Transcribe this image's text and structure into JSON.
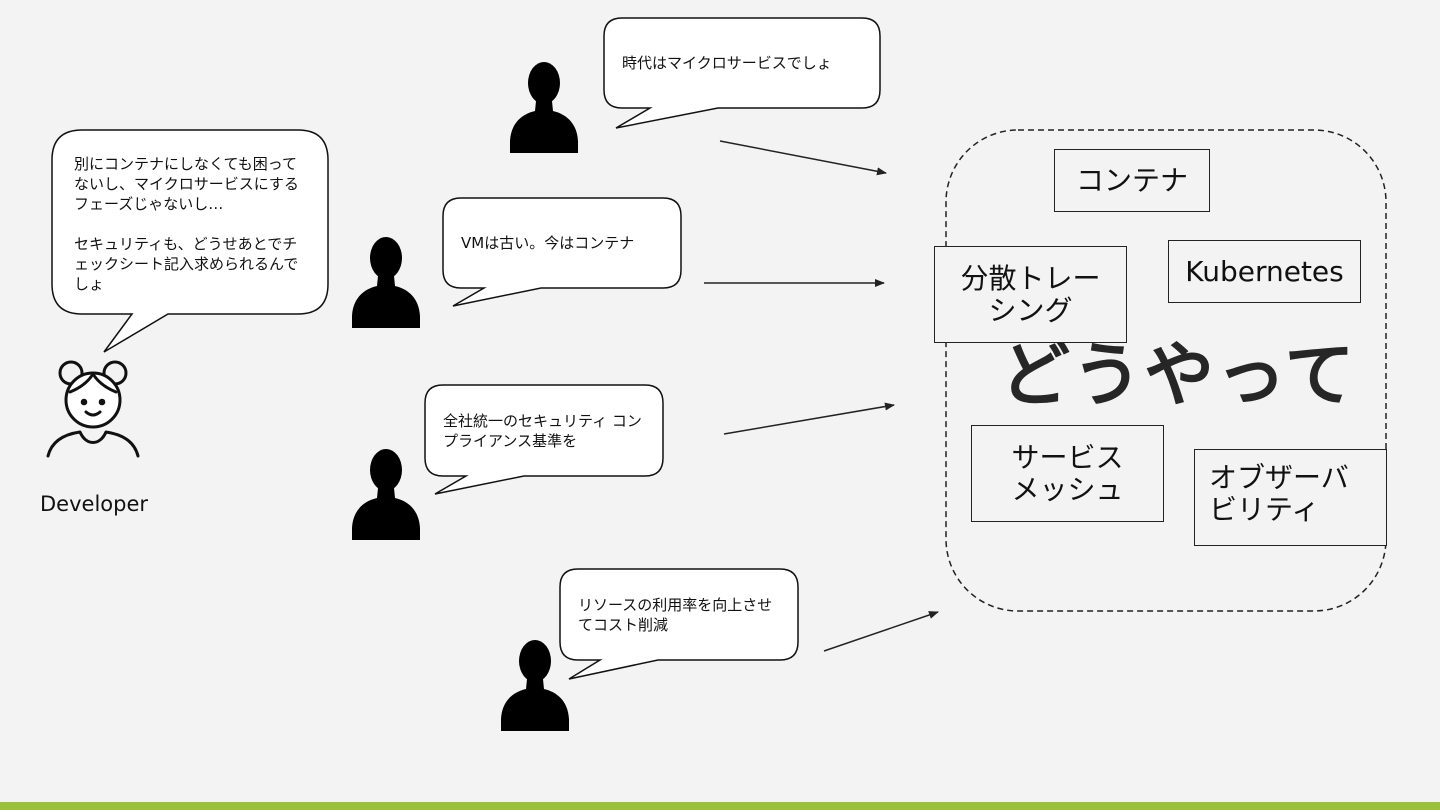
{
  "developer": {
    "label": "Developer",
    "speech": "別にコンテナにしなくても困ってないし、マイクロサービスにするフェーズじゃないし…\n\nセキュリティも、どうせあとでチェックシート記入求められるんでしょ"
  },
  "voices": [
    {
      "text": "時代はマイクロサービスでしょ"
    },
    {
      "text": "VMは古い。今はコンテナ"
    },
    {
      "text": "全社統一のセキュリティ コンプライアンス基準を"
    },
    {
      "text": "リソースの利用率を向上させてコスト削減"
    }
  ],
  "cluster": {
    "headline": "どうやって",
    "items": [
      {
        "label": "コンテナ"
      },
      {
        "label": "分散トレー\nシング"
      },
      {
        "label": "Kubernetes"
      },
      {
        "label": "サービス\nメッシュ"
      },
      {
        "label": "オブザーバ\nビリティ"
      }
    ]
  },
  "colors": {
    "background": "#f3f3f3",
    "ink": "#111111",
    "accent_bar": "#9bc13c"
  },
  "icons": {
    "developer": "developer-avatar-icon",
    "stakeholder": "person-silhouette-icon"
  }
}
